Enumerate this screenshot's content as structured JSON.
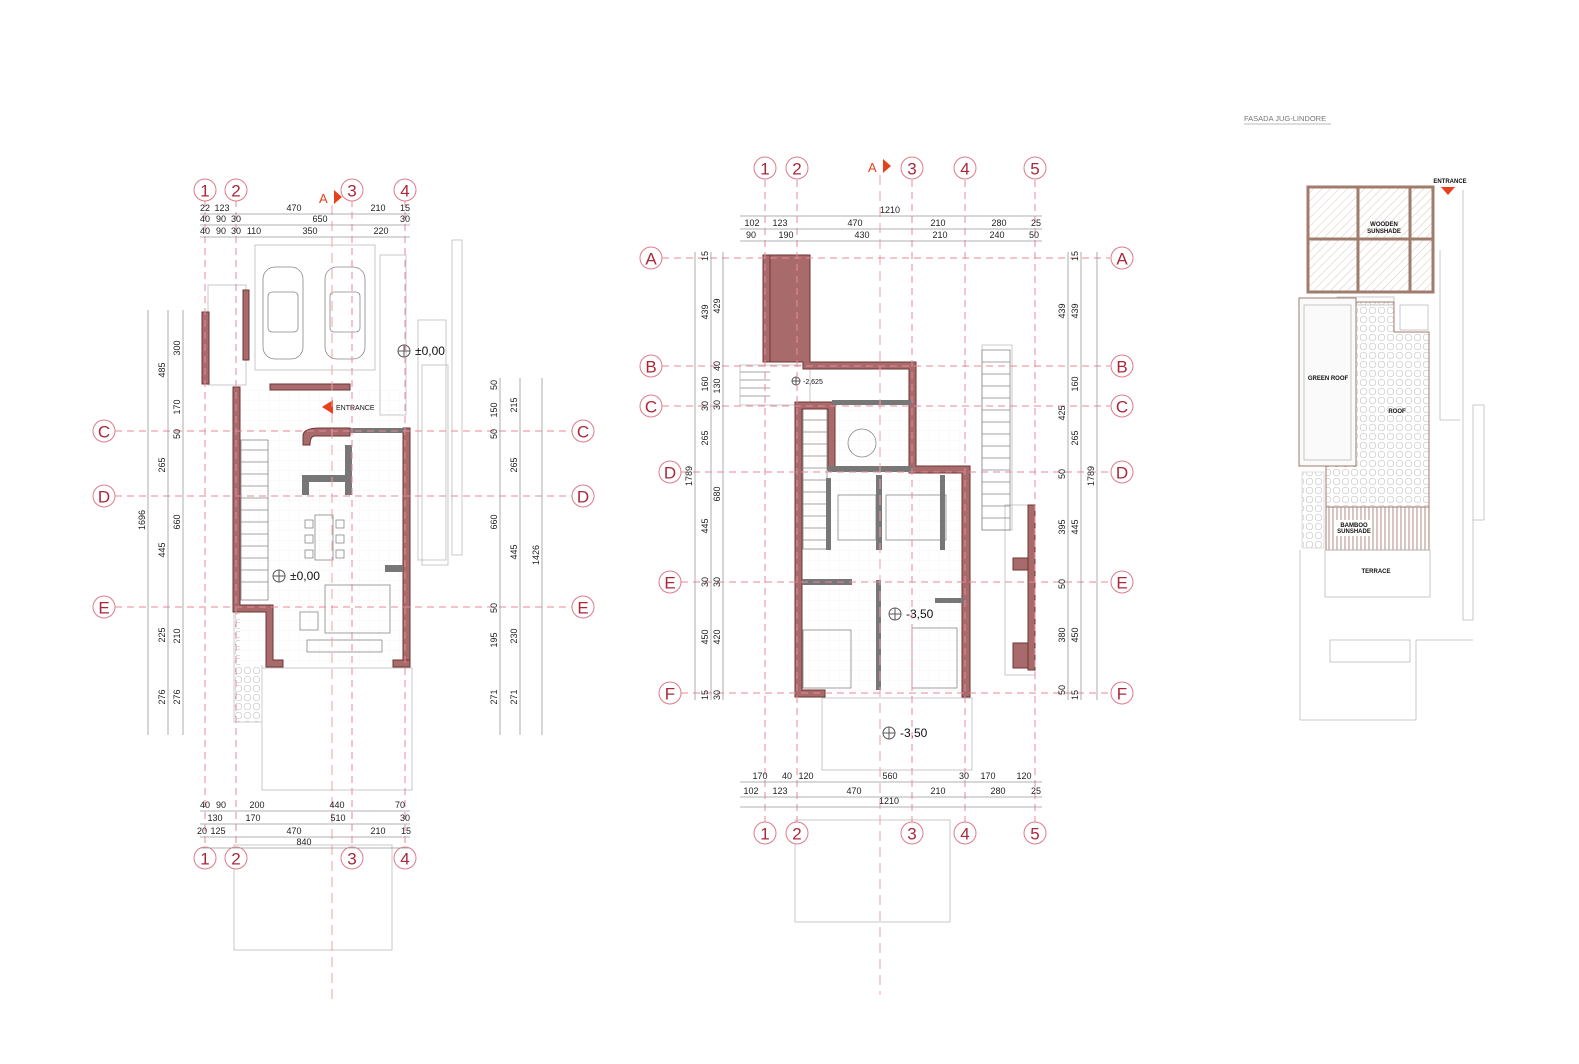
{
  "title": "FASADA JUG-LINDORE",
  "colors": {
    "wall": "#a86a6a",
    "grid": "#e88a9a",
    "bubble_text": "#a8283a",
    "arrow": "#e8401c",
    "roof_outline": "#a07c6c"
  },
  "section_marker": "A",
  "left_plan": {
    "col_labels": [
      "1",
      "2",
      "3",
      "4"
    ],
    "row_labels": [
      "C",
      "D",
      "E"
    ],
    "levels": [
      "±0,00",
      "±0,00"
    ],
    "entrance": "ENTRANCE",
    "dims_top": [
      [
        "22",
        "123",
        "470",
        "210",
        "15"
      ],
      [
        "40",
        "90",
        "30",
        "650",
        "30"
      ],
      [
        "40",
        "90",
        "30",
        "110",
        "350",
        "220"
      ]
    ],
    "dims_bottom": [
      [
        "40",
        "90",
        "200",
        "440",
        "70"
      ],
      [
        "130",
        "170",
        "510",
        "30"
      ],
      [
        "20",
        "125",
        "470",
        "210",
        "15"
      ],
      [
        "840"
      ]
    ],
    "dims_left": [
      [
        "485",
        "265",
        "445",
        "225",
        "276"
      ],
      [
        "300",
        "170",
        "50",
        "660",
        "210",
        "276"
      ],
      [
        "1696"
      ]
    ],
    "dims_right": [
      [
        "50",
        "150",
        "50",
        "660",
        "50",
        "195",
        "271"
      ],
      [
        "215",
        "265",
        "445",
        "230",
        "271"
      ],
      [
        "1426"
      ]
    ]
  },
  "middle_plan": {
    "col_labels": [
      "1",
      "2",
      "3",
      "4",
      "5"
    ],
    "row_labels": [
      "A",
      "B",
      "C",
      "D",
      "E",
      "F"
    ],
    "levels": [
      "-2,625",
      "-3,50",
      "-3,50"
    ],
    "dims_top": [
      [
        "1210"
      ],
      [
        "102",
        "123",
        "470",
        "210",
        "280",
        "25"
      ],
      [
        "90",
        "190",
        "430",
        "210",
        "240",
        "50"
      ]
    ],
    "dims_bottom": [
      [
        "170",
        "40",
        "120",
        "560",
        "30",
        "170",
        "120"
      ],
      [
        "102",
        "123",
        "470",
        "210",
        "280",
        "25"
      ],
      [
        "1210"
      ]
    ],
    "dims_left": [
      [
        "15",
        "439",
        "160",
        "30",
        "265",
        "445",
        "30",
        "450",
        "15"
      ],
      [
        "429",
        "40",
        "130",
        "30",
        "680",
        "30",
        "420",
        "30"
      ],
      [
        "1789"
      ]
    ],
    "dims_right": [
      [
        "439",
        "425",
        "50",
        "395",
        "50",
        "380",
        "50"
      ],
      [
        "15",
        "439",
        "160",
        "265",
        "445",
        "450",
        "15"
      ],
      [
        "1789"
      ]
    ]
  },
  "roof_plan": {
    "entrance": "ENTRANCE",
    "wooden_sunshade": [
      "WOODEN",
      "SUNSHADE"
    ],
    "green_roof": "GREEN ROOF",
    "roof": "ROOF",
    "bamboo_sunshade": [
      "BAMBOO",
      "SUNSHADE"
    ],
    "terrace": "TERRACE"
  }
}
